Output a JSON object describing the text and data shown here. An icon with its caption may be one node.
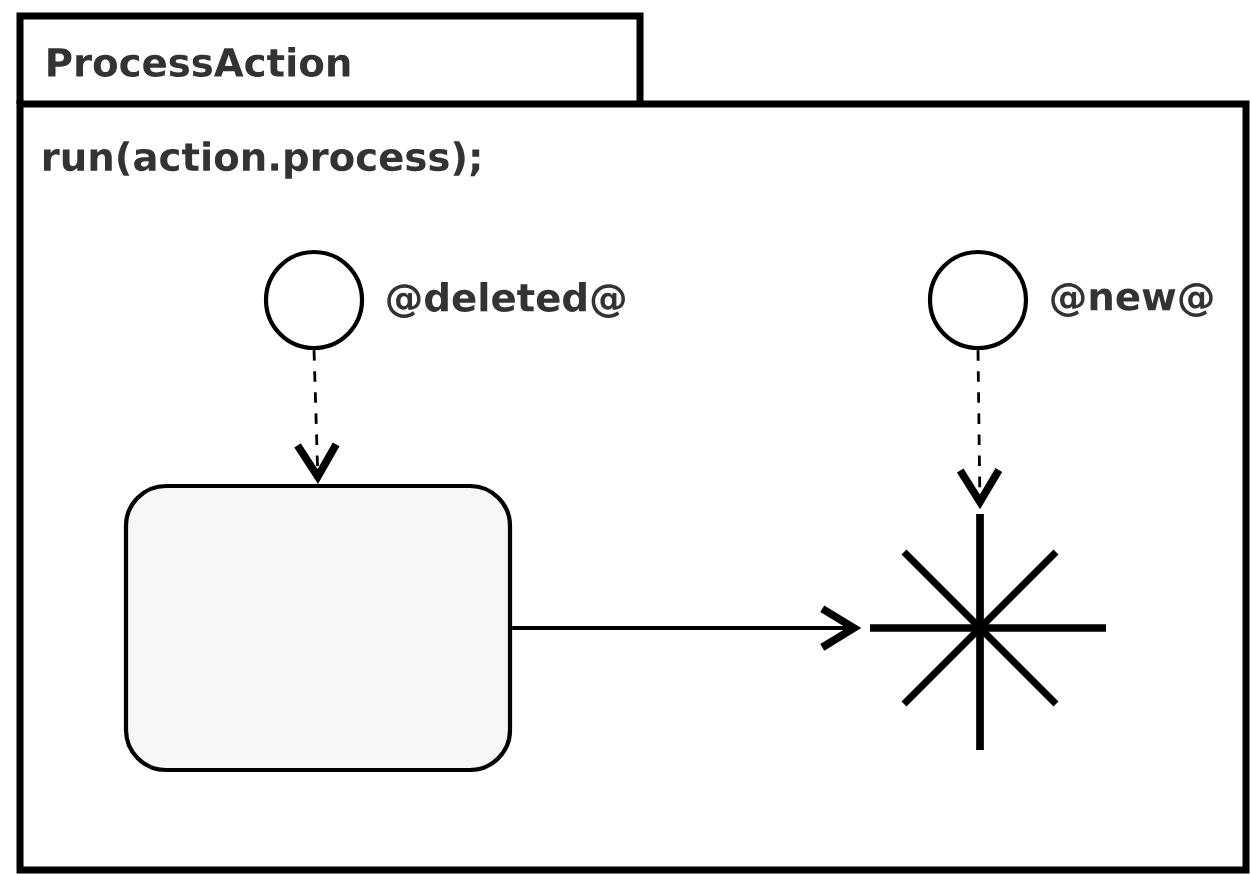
{
  "diagram": {
    "nodes": [
      {
        "text": [
          "ProcessAction",
          "run(action.process);"
        ]
      },
      {
        "text": [],
        "shape": "circle",
        "beside": [
          "@deleted@"
        ],
        "in": 0
      },
      {
        "text": [],
        "shape": "circle",
        "beside": [
          "@new@"
        ],
        "in": 0
      },
      {
        "text": [],
        "shape": "box",
        "in": 0
      },
      {
        "text": [],
        "shape": "star",
        "in": 0
      }
    ],
    "edges": [
      {
        "from": 1,
        "to": 3,
        "arrow": "to",
        "style": "dashed"
      },
      {
        "from": 2,
        "to": 4,
        "arrow": "to",
        "style": "dashed"
      },
      {
        "from": 3,
        "to": 4,
        "arrow": "to"
      }
    ]
  }
}
